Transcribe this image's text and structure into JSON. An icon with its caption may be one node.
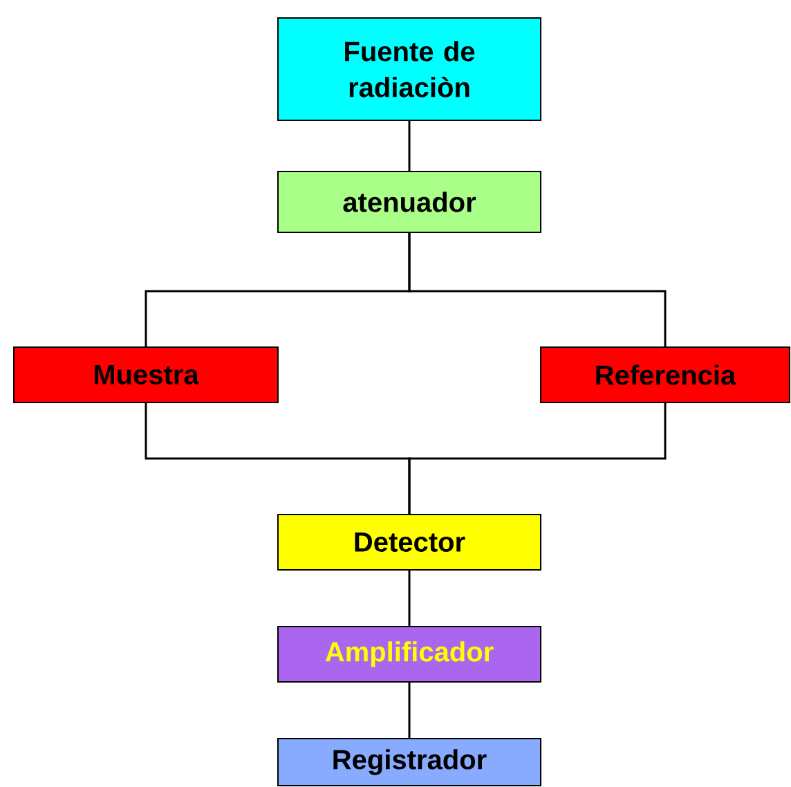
{
  "diagram": {
    "nodes": [
      {
        "text": [
          "Fuente de radiaciòn"
        ]
      },
      {
        "text": [
          "atenuador"
        ]
      },
      {
        "text": [
          "Muestra"
        ]
      },
      {
        "text": [
          "Referencia"
        ]
      },
      {
        "text": [
          "Detector"
        ]
      },
      {
        "text": [
          "Amplificador"
        ]
      },
      {
        "text": [
          "Registrador"
        ]
      }
    ],
    "edges": [
      {
        "from": 0,
        "to": 1,
        "arrow": "none"
      },
      {
        "from": 1,
        "to": 2,
        "arrow": "none"
      },
      {
        "from": 1,
        "to": 3,
        "arrow": "none"
      },
      {
        "from": 2,
        "to": 4,
        "arrow": "none"
      },
      {
        "from": 3,
        "to": 4,
        "arrow": "none"
      },
      {
        "from": 4,
        "to": 5,
        "arrow": "none"
      },
      {
        "from": 5,
        "to": 6,
        "arrow": "none"
      }
    ]
  }
}
